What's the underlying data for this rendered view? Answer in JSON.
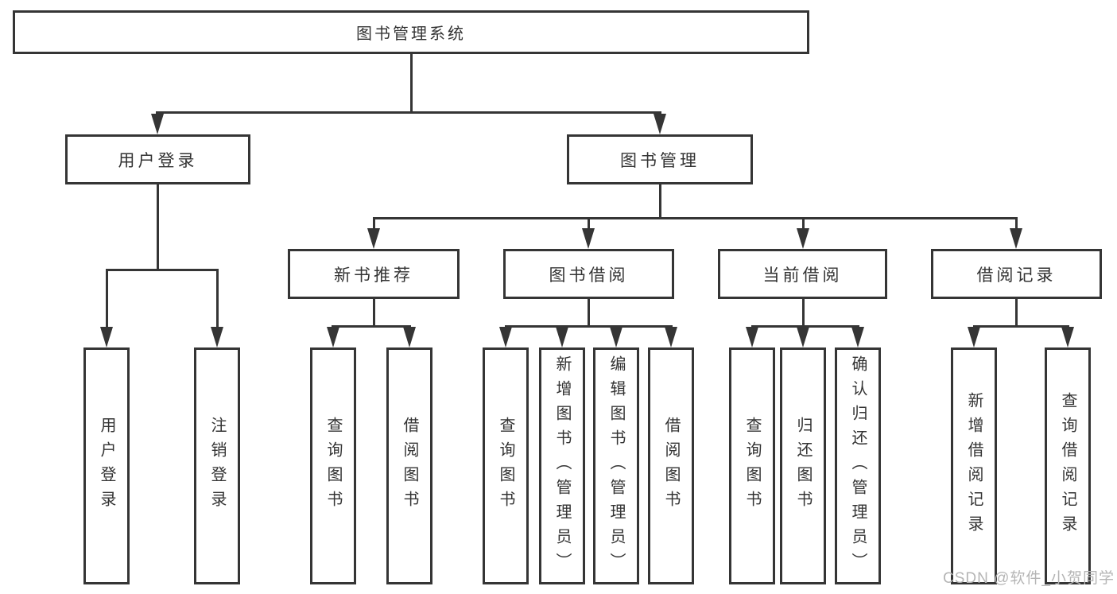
{
  "diagram_type": "hierarchy-tree",
  "tree": {
    "root": {
      "label": "图书管理系统"
    },
    "branches": [
      {
        "label": "用户登录",
        "children": [
          {
            "label": "用户登录"
          },
          {
            "label": "注销登录"
          }
        ]
      },
      {
        "label": "图书管理",
        "children": [
          {
            "label": "新书推荐",
            "children": [
              {
                "label": "查询图书"
              },
              {
                "label": "借阅图书"
              }
            ]
          },
          {
            "label": "图书借阅",
            "children": [
              {
                "label": "查询图书"
              },
              {
                "label": "新增图书（管理员）"
              },
              {
                "label": "编辑图书（管理员）"
              },
              {
                "label": "借阅图书"
              }
            ]
          },
          {
            "label": "当前借阅",
            "children": [
              {
                "label": "查询图书"
              },
              {
                "label": "归还图书"
              },
              {
                "label": "确认归还（管理员）"
              }
            ]
          },
          {
            "label": "借阅记录",
            "children": [
              {
                "label": "新增借阅记录"
              },
              {
                "label": "查询借阅记录"
              }
            ]
          }
        ]
      }
    ]
  },
  "watermark": {
    "text": "CSDN @软件_小贺同学"
  },
  "colors": {
    "line": "#353535",
    "text": "#333333",
    "background": "#ffffff",
    "watermark": "#b5b5b5"
  }
}
